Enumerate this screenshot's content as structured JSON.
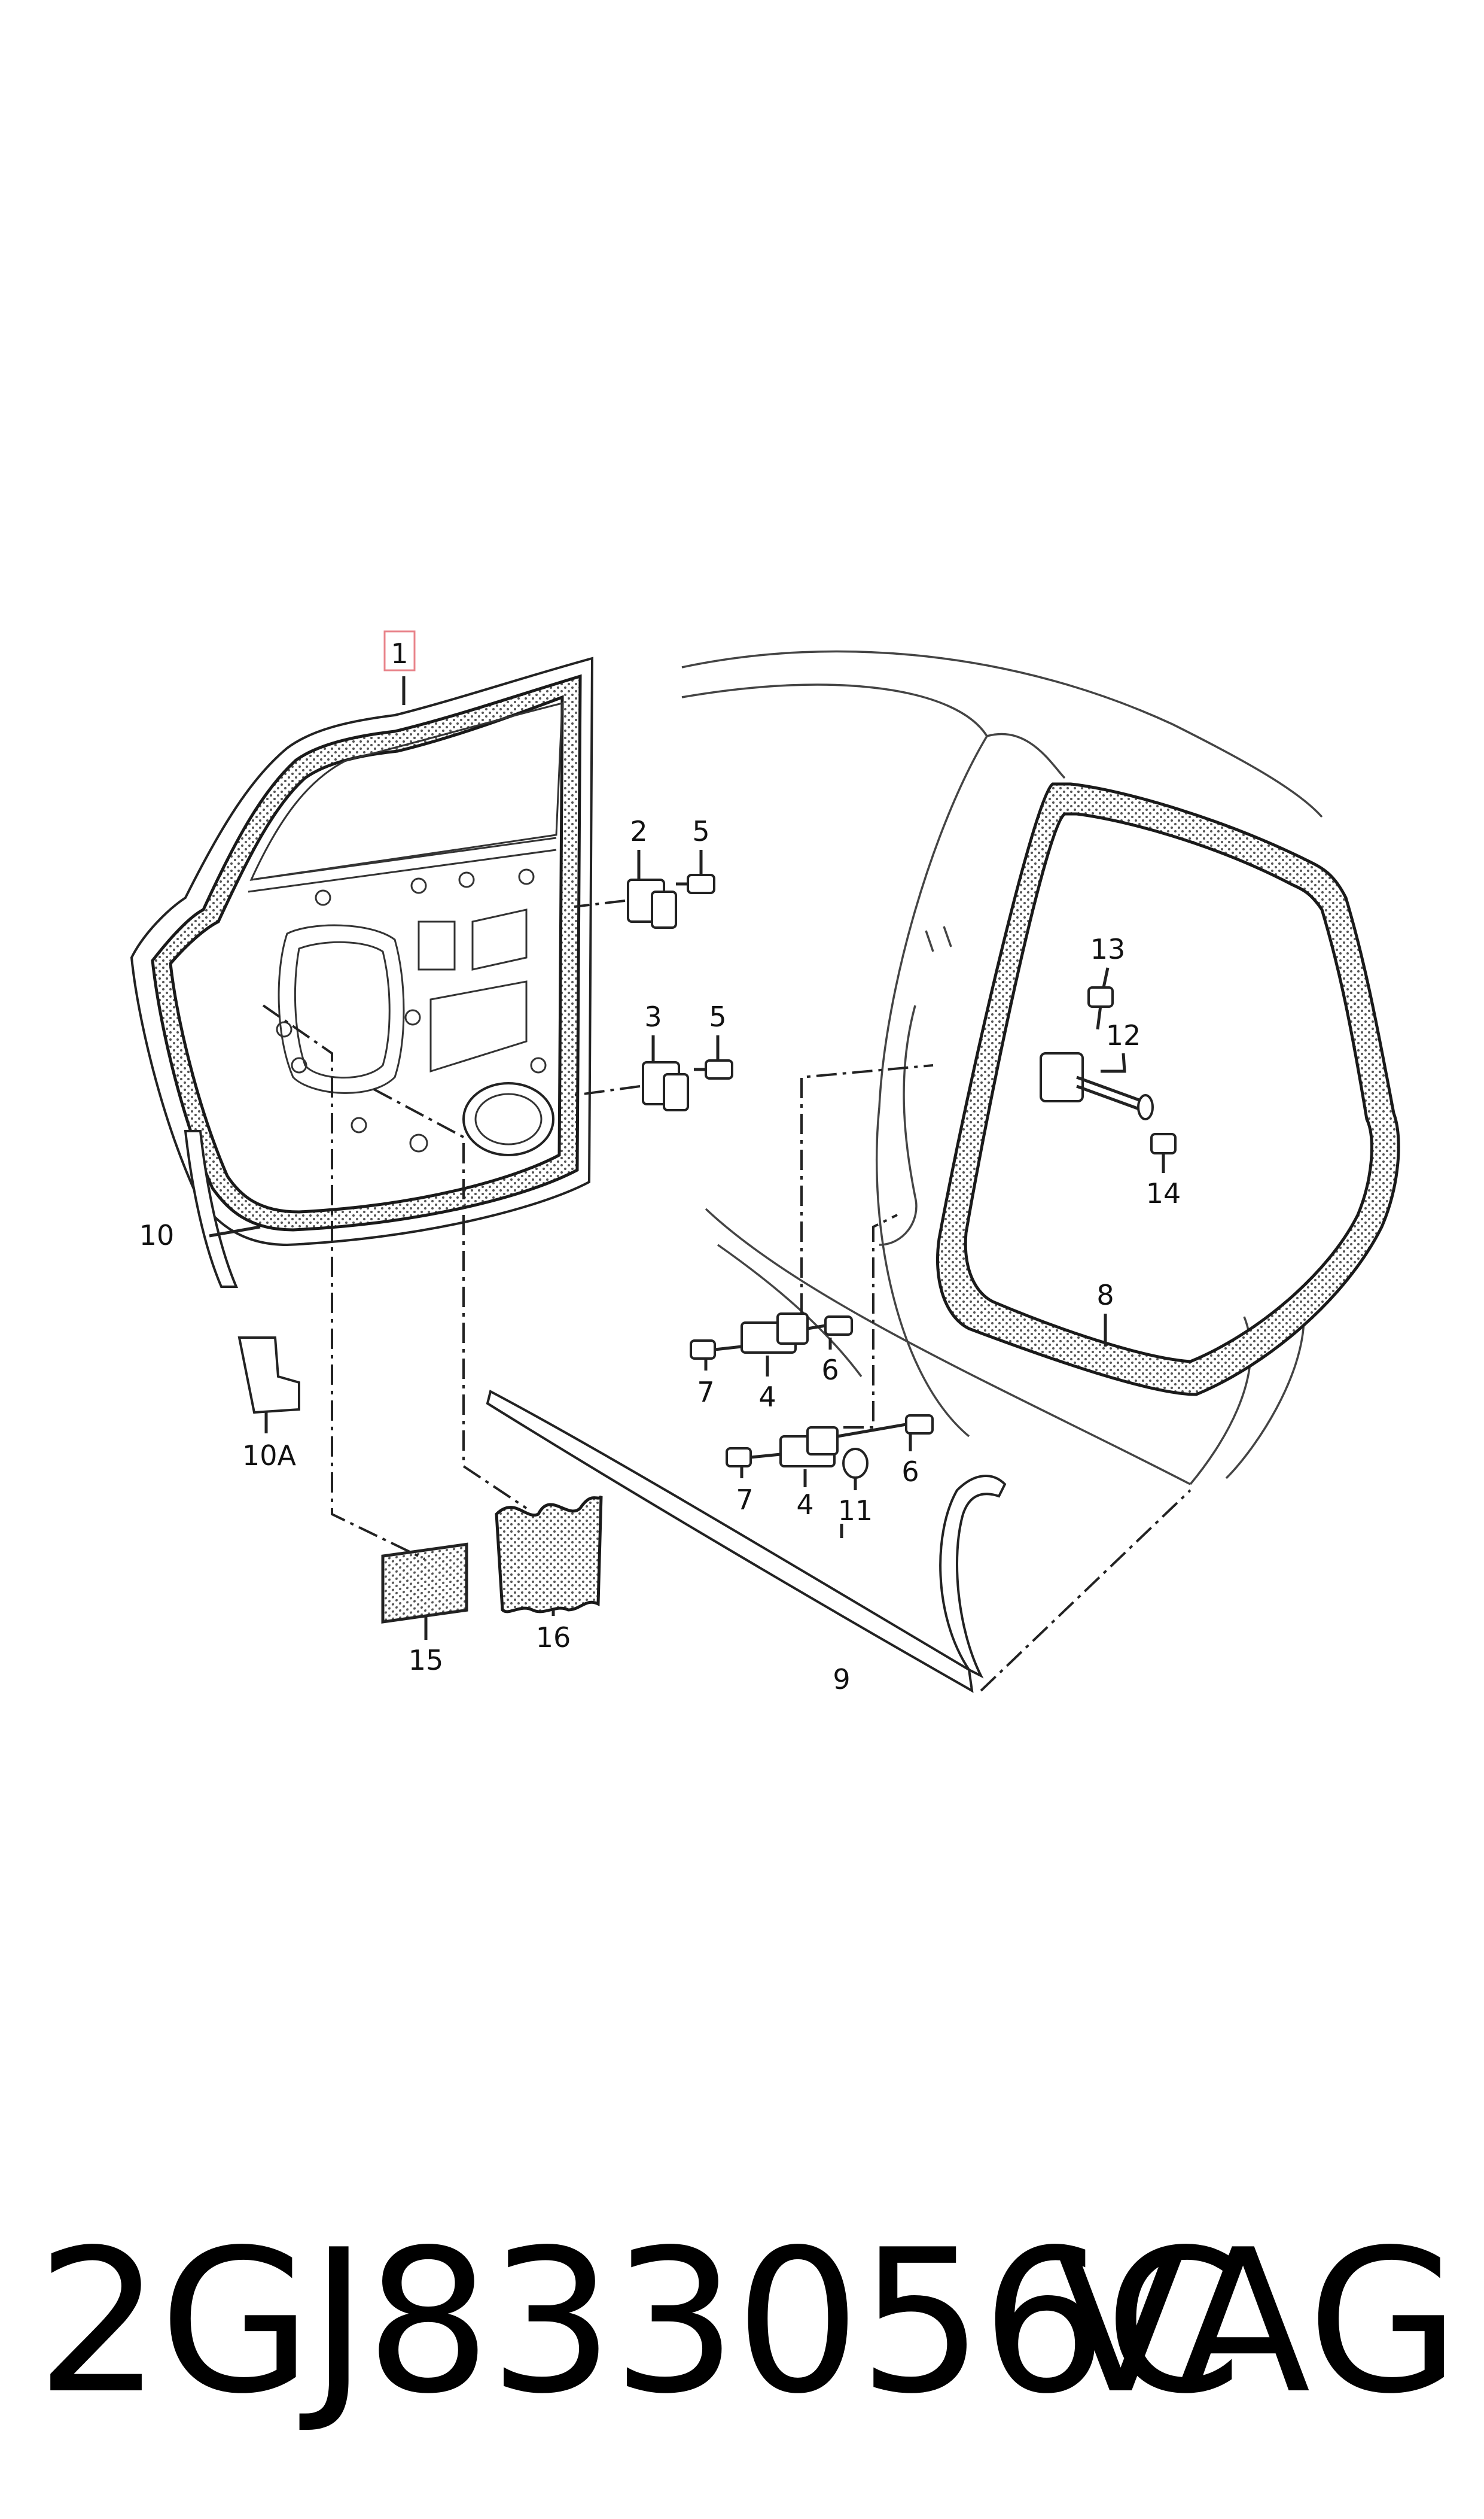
{
  "diagram": {
    "callouts": {
      "c1": "1",
      "c2": "2",
      "c3": "3",
      "c4a": "4",
      "c4b": "4",
      "c5a": "5",
      "c5b": "5",
      "c6a": "6",
      "c6b": "6",
      "c7a": "7",
      "c7b": "7",
      "c8": "8",
      "c9": "9",
      "c10": "10",
      "c10a": "10A",
      "c11": "11",
      "c12": "12",
      "c13": "13",
      "c14": "14",
      "c15": "15",
      "c16": "16"
    },
    "highlight_color": "#e8838a",
    "line_color": "#222222"
  },
  "footer": {
    "part_number": "2GJ833056C",
    "brand": "VAG"
  }
}
